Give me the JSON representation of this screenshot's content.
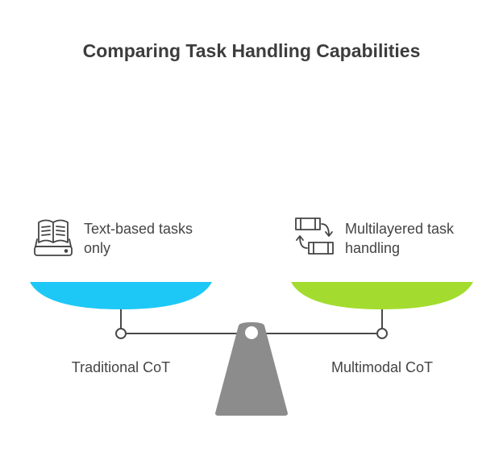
{
  "title": "Comparing Task Handling Capabilities",
  "left": {
    "label": "Traditional CoT",
    "description_line1": "Text-based tasks",
    "description_line2": "only",
    "icon": "open-book-icon",
    "color": "#1ec8f6"
  },
  "right": {
    "label": "Multimodal CoT",
    "description_line1": "Multilayered task",
    "description_line2": "handling",
    "icon": "swap-frames-icon",
    "color": "#a3dc2f"
  },
  "fulcrum_color": "#8c8c8c",
  "beam_color": "#4a4a4a"
}
